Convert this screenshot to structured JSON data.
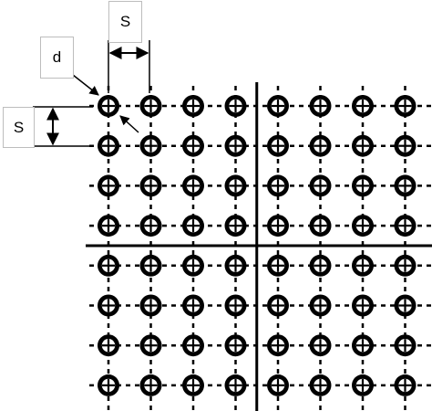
{
  "labels": {
    "spacing_top": "S",
    "diameter": "d",
    "spacing_left": "S"
  },
  "grid": {
    "rows": 8,
    "columns": 8,
    "colors": {
      "ink": "#000000",
      "background": "#ffffff",
      "label_border": "#bdbdbd"
    }
  }
}
